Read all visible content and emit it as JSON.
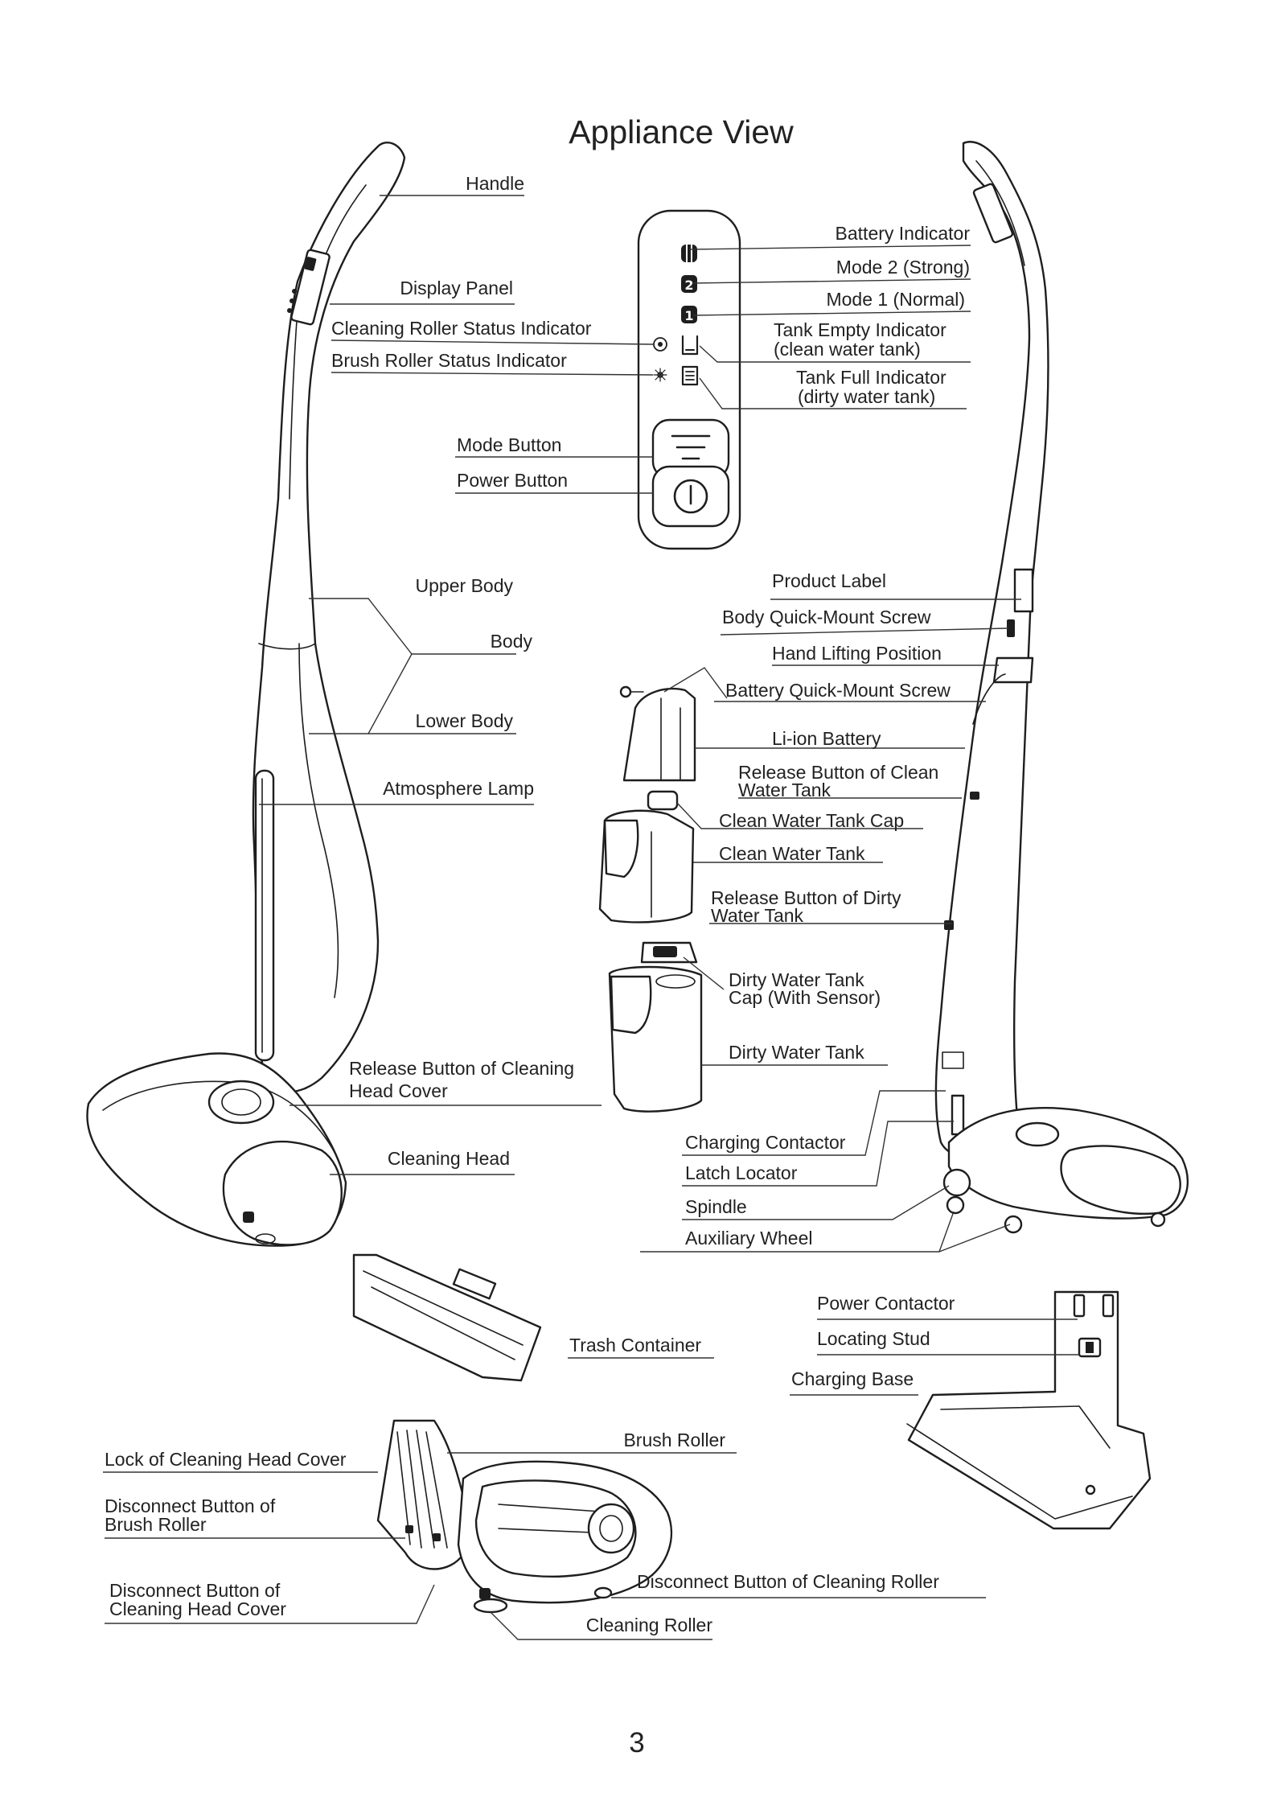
{
  "title": "Appliance View",
  "page_number": "3",
  "labels": {
    "handle": "Handle",
    "display_panel": "Display Panel",
    "cleaning_roller_status_indicator": "Cleaning Roller Status Indicator",
    "brush_roller_status_indicator": "Brush Roller Status Indicator",
    "battery_indicator": "Battery Indicator",
    "mode_2": "Mode 2 (Strong)",
    "mode_1": "Mode 1 (Normal)",
    "tank_empty_line1": "Tank Empty Indicator",
    "tank_empty_line2": "(clean water tank)",
    "tank_full_line1": "Tank Full Indicator",
    "tank_full_line2": "(dirty water tank)",
    "mode_button": "Mode Button",
    "power_button": "Power Button",
    "upper_body": "Upper Body",
    "body": "Body",
    "lower_body": "Lower Body",
    "atmosphere_lamp": "Atmosphere Lamp",
    "release_cleaning_head_line1": "Release Button of Cleaning",
    "release_cleaning_head_line2": "Head Cover",
    "cleaning_head": "Cleaning Head",
    "product_label": "Product Label",
    "body_quick_mount_screw": "Body Quick-Mount Screw",
    "hand_lifting_position": "Hand Lifting Position",
    "battery_quick_mount_screw": "Battery Quick-Mount Screw",
    "li_ion_battery": "Li-ion Battery",
    "release_clean_tank_line1": "Release Button of Clean",
    "release_clean_tank_line2": "Water Tank",
    "clean_water_tank_cap": "Clean Water Tank Cap",
    "clean_water_tank": "Clean Water Tank",
    "release_dirty_tank_line1": "Release Button of Dirty",
    "release_dirty_tank_line2": "Water Tank",
    "dirty_tank_cap_line1": "Dirty Water Tank",
    "dirty_tank_cap_line2": "Cap (With Sensor)",
    "dirty_water_tank": "Dirty Water Tank",
    "charging_contactor": "Charging Contactor",
    "latch_locator": "Latch Locator",
    "spindle": "Spindle",
    "auxiliary_wheel": "Auxiliary Wheel",
    "trash_container": "Trash Container",
    "power_contactor": "Power Contactor",
    "locating_stud": "Locating Stud",
    "charging_base": "Charging Base",
    "brush_roller": "Brush Roller",
    "lock_cleaning_head_cover": "Lock of Cleaning Head Cover",
    "disconnect_brush_line1": "Disconnect Button of",
    "disconnect_brush_line2": "Brush Roller",
    "disconnect_head_cover_line1": "Disconnect Button of",
    "disconnect_head_cover_line2": "Cleaning Head Cover",
    "disconnect_cleaning_roller": "Disconnect Button of Cleaning Roller",
    "cleaning_roller": "Cleaning Roller"
  },
  "panel_glyphs": {
    "mode_2": "2",
    "mode_1": "1"
  }
}
